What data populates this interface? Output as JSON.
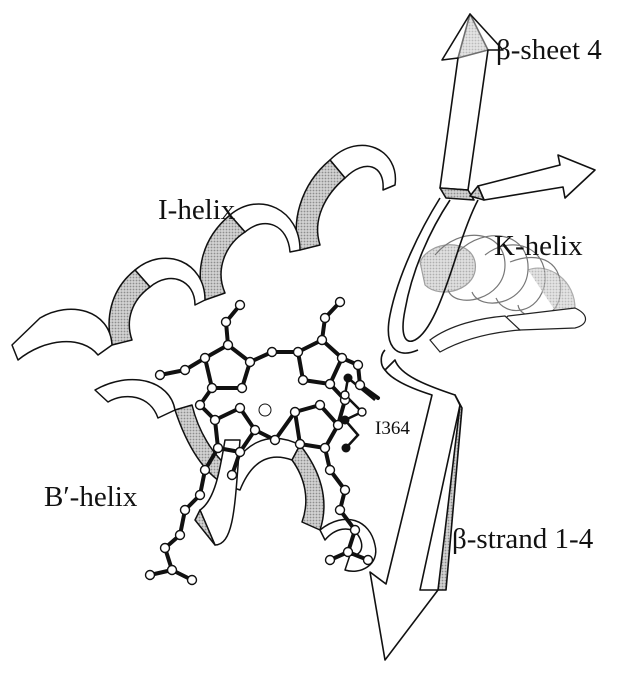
{
  "labels": {
    "beta_sheet": "β-sheet 4",
    "i_helix": "I-helix",
    "k_helix": "K-helix",
    "residue": "I364",
    "b_prime_helix": "B′-helix",
    "beta_strand": "β-strand 1-4"
  },
  "colors": {
    "ink": "#111111",
    "ribbon": "#ffffff",
    "shade": "#b8b8b8",
    "atom": "#ffffff"
  }
}
